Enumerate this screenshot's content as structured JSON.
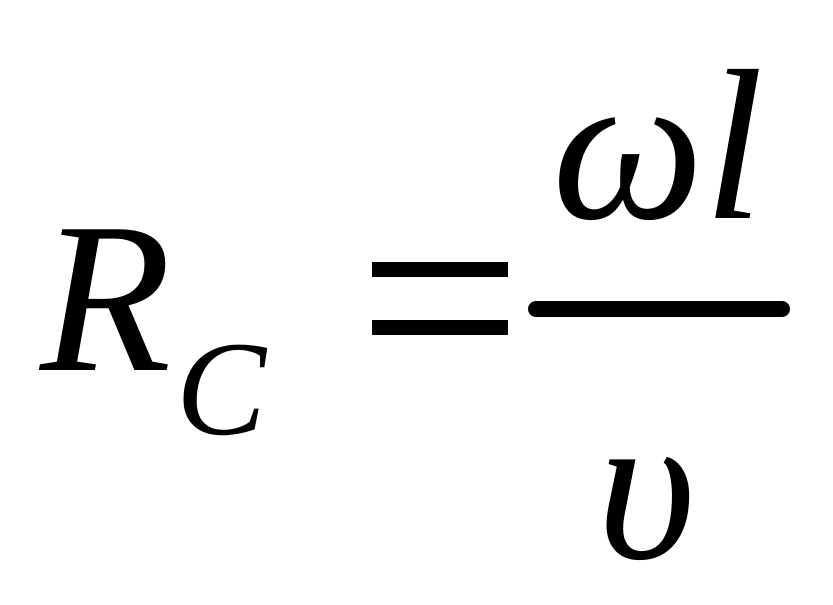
{
  "formula": {
    "lhs_symbol": "R",
    "lhs_subscript": "C",
    "operator": "=",
    "numerator": "ωl",
    "denominator": "υ",
    "text_color": "#000000",
    "background_color": "#ffffff"
  }
}
